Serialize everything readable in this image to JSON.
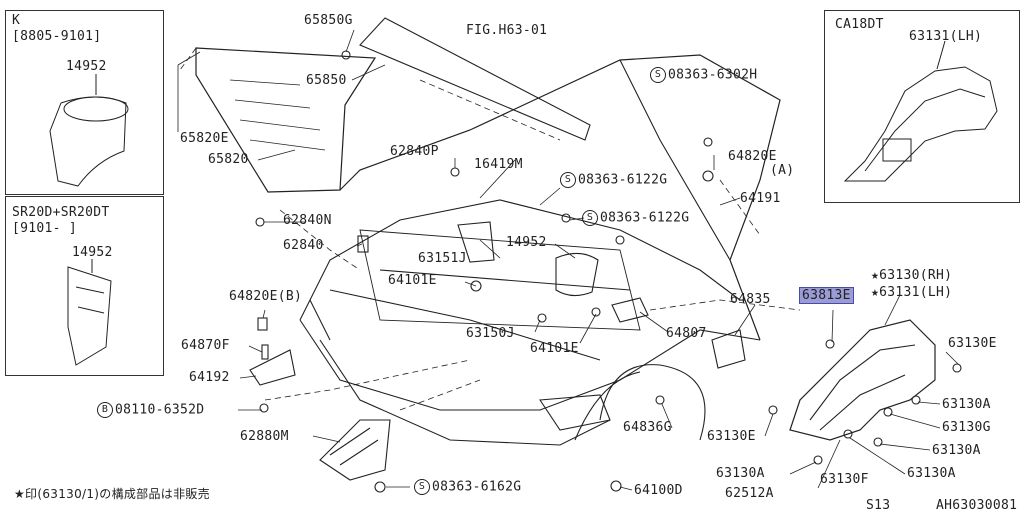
{
  "figure_ref": "FIG.H63-01",
  "inset_k": {
    "title": "K",
    "range": "[8805-9101]",
    "part": "14952"
  },
  "inset_sr": {
    "title": "SR20D+SR20DT",
    "range": "[9101-      ]",
    "part": "14952"
  },
  "inset_ca": {
    "title": "CA18DT",
    "part": "63131(LH)"
  },
  "labels": {
    "p65850g": "65850G",
    "p65850": "65850",
    "p65820e": "65820E",
    "p65820": "65820",
    "p08363_6302h": "08363-6302H",
    "p62840p": "62840P",
    "p16419m": "16419M",
    "p08363_6122g_a": "08363-6122G",
    "p08363_6122g_b": "08363-6122G",
    "p64820e": "64820E",
    "p_a": "(A)",
    "p64191": "64191",
    "p62840n": "62840N",
    "p62840": "62840",
    "p14952": "14952",
    "p63151j": "63151J",
    "p64101e_a": "64101E",
    "p64820e_b": "64820E(B)",
    "p64835": "64835",
    "p63813e": "63813E",
    "p63130rh": "★63130(RH)",
    "p63131lh": "★63131(LH)",
    "p63150j": "63150J",
    "p64101e_b": "64101E",
    "p64807": "64807",
    "p64870f": "64870F",
    "p64192": "64192",
    "p08110_6352d": "08110-6352D",
    "p62880m": "62880M",
    "p64836g": "64836G",
    "p63130e_r": "63130E",
    "p63130a_1": "63130A",
    "p63130g": "63130G",
    "p63130e_l": "63130E",
    "p63130a_2": "63130A",
    "p63130a_3": "63130A",
    "p63130a_4": "63130A",
    "p63130f": "63130F",
    "p62512a": "62512A",
    "p08363_6162g": "08363-6162G",
    "p64100d": "64100D"
  },
  "circle_marks": {
    "s": "S",
    "b": "B"
  },
  "footnote": "★印(63130/1)の構成部品は非販売",
  "sheet_code": "S13",
  "drawing_id": "AH63030081",
  "colors": {
    "line": "#222222",
    "highlight": "#9b9bd6"
  }
}
